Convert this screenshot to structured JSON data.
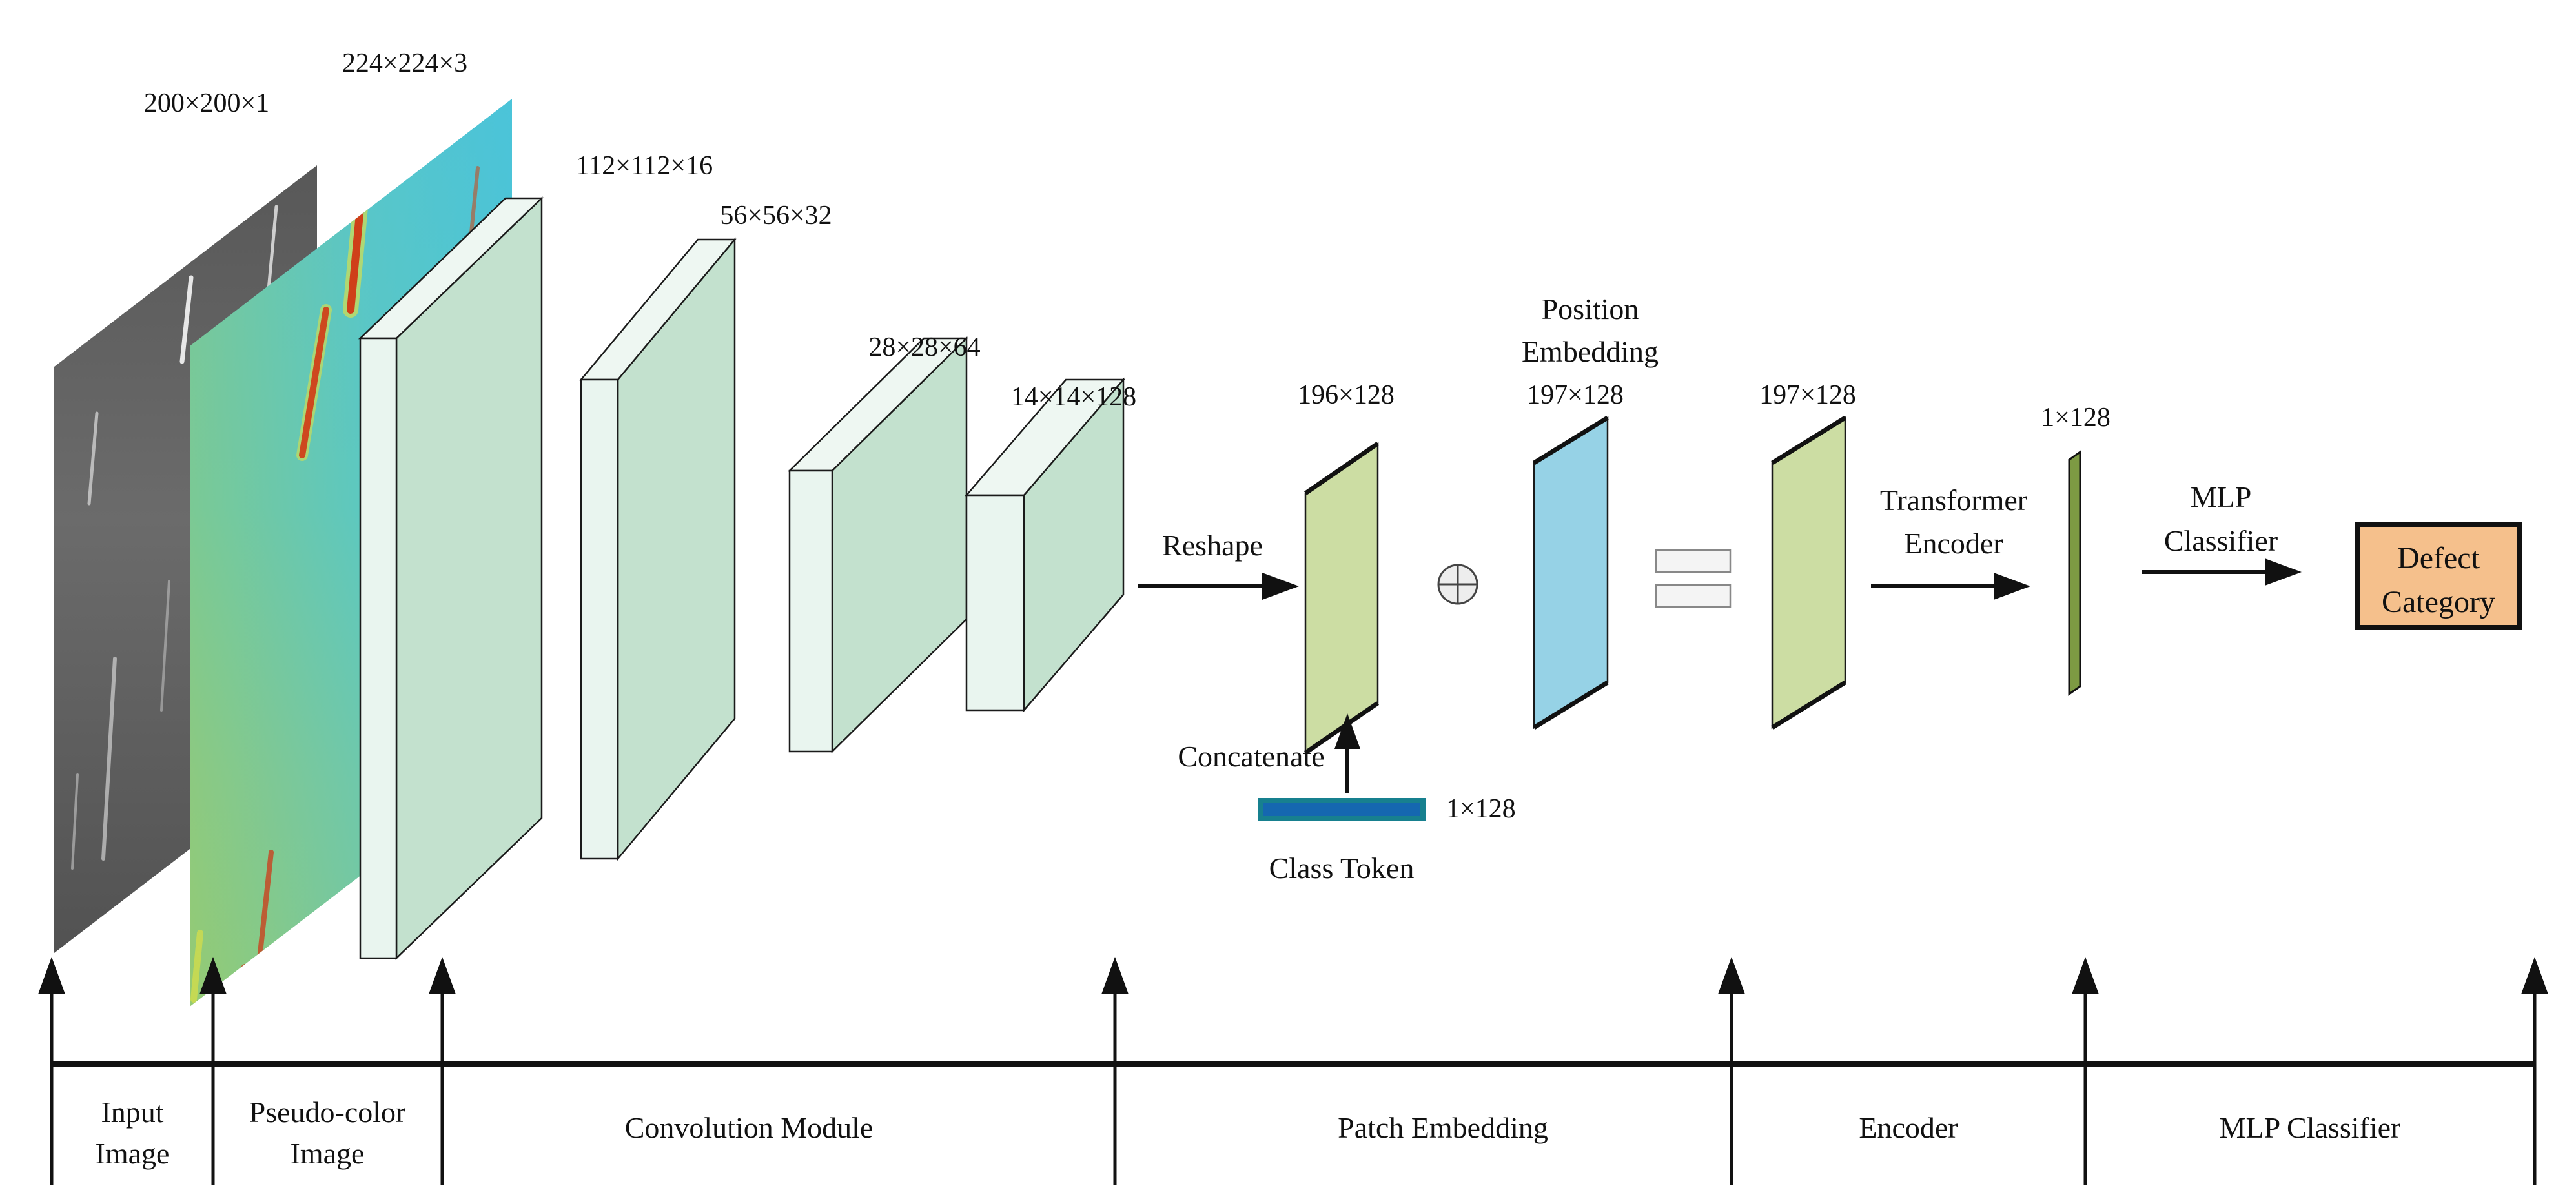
{
  "figure": {
    "title_hint": "CNN + Transformer defect classification architecture",
    "dims": {
      "input": "200×200×1",
      "pseudo": "224×224×3",
      "conv1": "112×112×16",
      "conv2": "56×56×32",
      "conv3": "28×28×64",
      "conv4": "14×14×128",
      "tokens": "196×128",
      "pos_embed": "197×128",
      "sum": "197×128",
      "class_token": "1×128",
      "cls_output": "1×128"
    },
    "ops": {
      "reshape": "Reshape",
      "concatenate": "Concatenate",
      "class_token": "Class Token",
      "position_line1": "Position",
      "position_line2": "Embedding",
      "transformer_line1": "Transformer",
      "transformer_line2": "Encoder",
      "mlp_line1": "MLP",
      "mlp_line2": "Classifier"
    },
    "output": {
      "line1": "Defect",
      "line2": "Category"
    },
    "sections": {
      "input_line1": "Input",
      "input_line2": "Image",
      "pseudo_line1": "Pseudo-color",
      "pseudo_line2": "Image",
      "conv": "Convolution Module",
      "patch": "Patch Embedding",
      "encoder": "Encoder",
      "mlp": "MLP Classifier"
    },
    "colors": {
      "conv_front": "#e9f5ef",
      "conv_side": "#c3e1ce",
      "conv_top": "#eef7f2",
      "sheet_green": "#ccdda3",
      "sheet_blue": "#96d2e6",
      "bar_olive": "#7d9a43",
      "token_fill": "#1567b0",
      "token_border": "#17808f",
      "box_fill": "#f5c08c",
      "eq_fill": "#f4f4f4",
      "oplus_fill": "#ededed",
      "ink": "#111111"
    }
  }
}
